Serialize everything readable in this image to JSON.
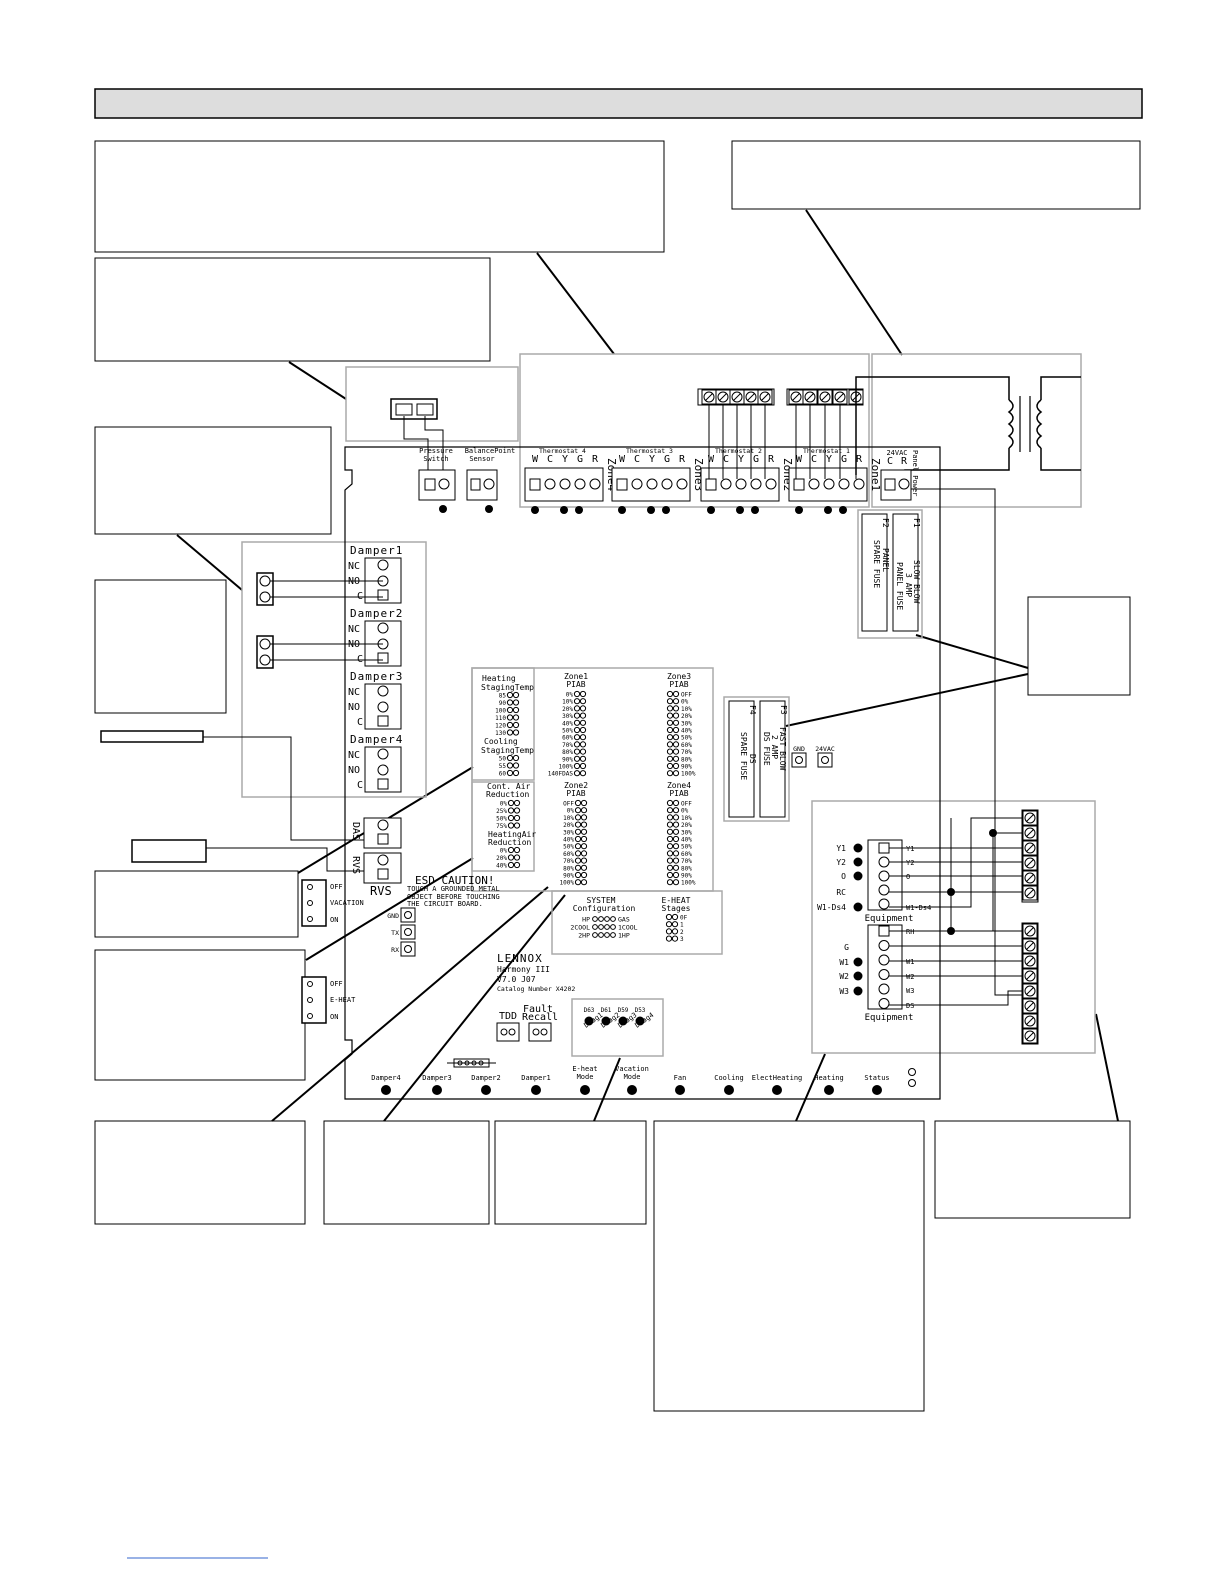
{
  "header_bar": "",
  "thermostat_labels": [
    "Thermostat 4",
    "Thermostat 3",
    "Thermostat 2",
    "Thermostat 1"
  ],
  "zone_labels": [
    "Zone4",
    "Zone3",
    "Zone2",
    "Zone1"
  ],
  "terminal_letters": [
    "W",
    "C",
    "Y",
    "G",
    "R"
  ],
  "power": {
    "vac": "24VAC",
    "c": "C",
    "r": "R",
    "panel_power": "Panel Power"
  },
  "sensors": {
    "pressure_switch": [
      "Pressure",
      "Switch"
    ],
    "balance_point": [
      "BalancePoint",
      "Sensor"
    ]
  },
  "fuses": {
    "f1": [
      "F1",
      "SLOW BLOW",
      "3 AMP",
      "PANEL FUSE"
    ],
    "f2": [
      "F2",
      "SPARE FUSE",
      "PANEL"
    ],
    "f3": [
      "F3",
      "FAST BLOW",
      "2 AMP",
      "DS FUSE"
    ],
    "f4": [
      "F4",
      "SPARE FUSE",
      "DS"
    ]
  },
  "gnd_labels": [
    "GND",
    "24VAC"
  ],
  "dampers": [
    "Damper1",
    "Damper2",
    "Damper3",
    "Damper4"
  ],
  "damper_terms": [
    "NC",
    "NO",
    "C"
  ],
  "heating_staging": {
    "title": [
      "Heating",
      "StagingTemp"
    ],
    "values": [
      "85",
      "90",
      "100",
      "110",
      "120",
      "130"
    ]
  },
  "cooling_staging": {
    "title": [
      "Cooling",
      "StagingTemp"
    ],
    "values": [
      "50",
      "55",
      "60"
    ]
  },
  "cont_air": {
    "title": [
      "Cont. Air",
      "Reduction"
    ],
    "values": [
      "0%",
      "25%",
      "50%",
      "75%"
    ]
  },
  "heating_air": {
    "title": [
      "HeatingAir",
      "Reduction"
    ],
    "values": [
      "0%",
      "20%",
      "40%"
    ]
  },
  "zone1_piab": {
    "title": [
      "Zone1",
      "PIAB"
    ],
    "values": [
      "0%",
      "10%",
      "20%",
      "30%",
      "40%",
      "50%",
      "60%",
      "70%",
      "80%",
      "90%",
      "100%",
      "140FDAS"
    ]
  },
  "zone2_piab": {
    "title": [
      "Zone2",
      "PIAB"
    ],
    "values": [
      "OFF",
      "0%",
      "10%",
      "20%",
      "30%",
      "40%",
      "50%",
      "60%",
      "70%",
      "80%",
      "90%",
      "100%"
    ]
  },
  "zone3_piab": {
    "title": [
      "Zone3",
      "PIAB"
    ],
    "values": [
      "OFF",
      "0%",
      "10%",
      "20%",
      "30%",
      "40%",
      "50%",
      "60%",
      "70%",
      "80%",
      "90%",
      "100%"
    ]
  },
  "zone4_piab": {
    "title": [
      "Zone4",
      "PIAB"
    ],
    "values": [
      "OFF",
      "0%",
      "10%",
      "20%",
      "30%",
      "40%",
      "50%",
      "60%",
      "70%",
      "80%",
      "90%",
      "100%"
    ]
  },
  "das_rvs": {
    "das": "DAS",
    "rvs": "RVS",
    "rvs_big": "RVS"
  },
  "esd": [
    "ESD CAUTION!",
    "TOUCH A GROUNDED METAL",
    "OBJECT BEFORE TOUCHING",
    "THE CIRCUIT BOARD."
  ],
  "comm": [
    "GND",
    "TX",
    "RX"
  ],
  "vacation_switch": [
    "OFF",
    "VACATION",
    "ON"
  ],
  "eheat_switch": [
    "OFF",
    "E-HEAT",
    "ON"
  ],
  "system_config": {
    "title": [
      "SYSTEM",
      "Configuration"
    ],
    "left": [
      "HP",
      "2COOL",
      "2HP"
    ],
    "right": [
      "GAS",
      "1COOL",
      "1HP"
    ]
  },
  "eheat_stages": {
    "title": [
      "E-HEAT",
      "Stages"
    ],
    "values": [
      "0F",
      "1",
      "2",
      "3"
    ]
  },
  "board_id": [
    "LENNOX",
    "Harmony III",
    "V7.0     J07",
    "Catalog Number X4202"
  ],
  "buttons": [
    "TDD",
    "Fault",
    "Recall"
  ],
  "diag_ids": [
    "D63",
    "D61",
    "D59",
    "D53"
  ],
  "diag_labels": [
    "Diag1",
    "Diag2",
    "Diag3",
    "Diag4"
  ],
  "leds": [
    "Damper4",
    "Damper3",
    "Damper2",
    "Damper1",
    "E-heat Mode",
    "Vacation Mode",
    "Fan",
    "Cooling",
    "ElectHeating",
    "Heating",
    "Status"
  ],
  "equipment_top": {
    "left": [
      "Y1",
      "Y2",
      "O",
      "RC",
      "W1-Ds4"
    ],
    "right": [
      "Y1",
      "Y2",
      "O",
      "",
      "W1-Ds4"
    ],
    "label": "Equipment"
  },
  "equipment_bottom": {
    "left": [
      "G",
      "W1",
      "W2",
      "W3"
    ],
    "right": [
      "RH",
      "",
      "W1",
      "W2",
      "W3",
      "DS"
    ],
    "label": "Equipment"
  }
}
